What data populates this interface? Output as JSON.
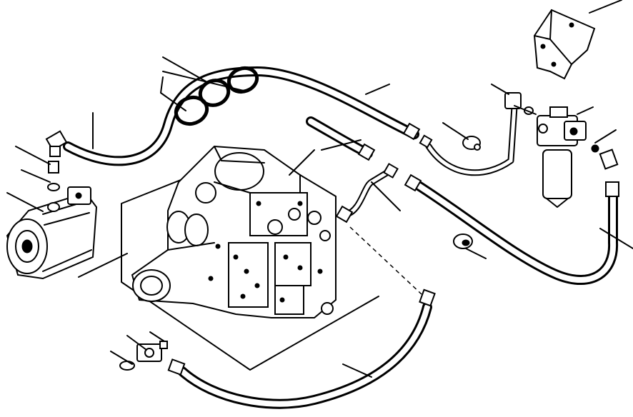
{
  "diagram": {
    "parts": [
      {
        "name": "hydraulic-pump",
        "icon": "pump-icon"
      },
      {
        "name": "transmission-control-valve",
        "icon": "valve-body-icon"
      },
      {
        "name": "hydraulic-filter",
        "icon": "filter-icon"
      },
      {
        "name": "mounting-bracket",
        "icon": "bracket-icon"
      },
      {
        "name": "hose-clamps",
        "icon": "clamp-icon"
      },
      {
        "name": "tee-fitting",
        "icon": "tee-fitting-icon"
      }
    ],
    "colors": {
      "ink": "#000000",
      "paper": "#ffffff"
    }
  }
}
